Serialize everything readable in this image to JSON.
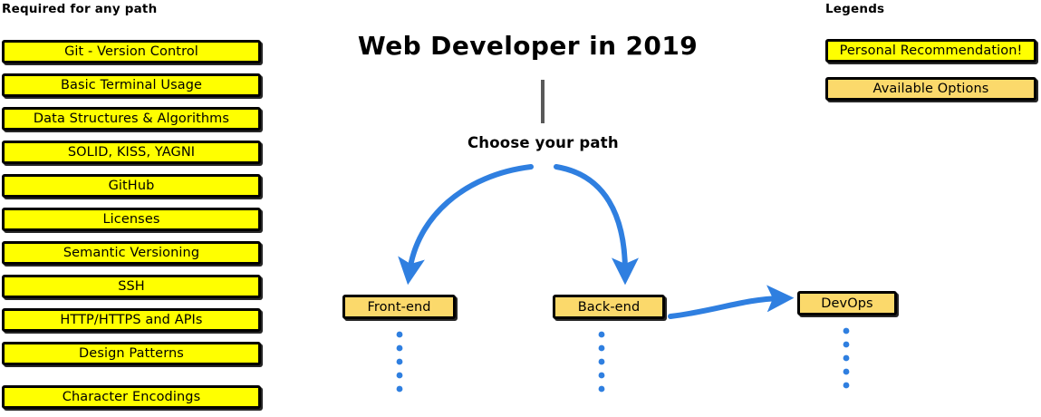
{
  "page": {
    "title": "Web Developer in 2019",
    "subtitle": "Choose your path",
    "background_color": "#ffffff"
  },
  "colors": {
    "recommended": "#ffff00",
    "available": "#fbd96b",
    "arrow": "#2f7fe0",
    "stem": "#595959",
    "outline": "#000000"
  },
  "required_column": {
    "heading": "Required for any path",
    "items": [
      {
        "label": "Git - Version Control"
      },
      {
        "label": "Basic Terminal Usage"
      },
      {
        "label": "Data Structures & Algorithms"
      },
      {
        "label": "SOLID, KISS, YAGNI"
      },
      {
        "label": "GitHub"
      },
      {
        "label": "Licenses"
      },
      {
        "label": "Semantic Versioning"
      },
      {
        "label": "SSH"
      },
      {
        "label": "HTTP/HTTPS and APIs"
      },
      {
        "label": "Design Patterns"
      },
      {
        "label": "Character Encodings"
      }
    ]
  },
  "legends": {
    "heading": "Legends",
    "items": [
      {
        "label": "Personal Recommendation!",
        "style": "yellow"
      },
      {
        "label": "Available Options",
        "style": "tan"
      }
    ]
  },
  "paths": {
    "items": [
      {
        "label": "Front-end",
        "style": "tan"
      },
      {
        "label": "Back-end",
        "style": "tan"
      },
      {
        "label": "DevOps",
        "style": "tan"
      }
    ]
  }
}
